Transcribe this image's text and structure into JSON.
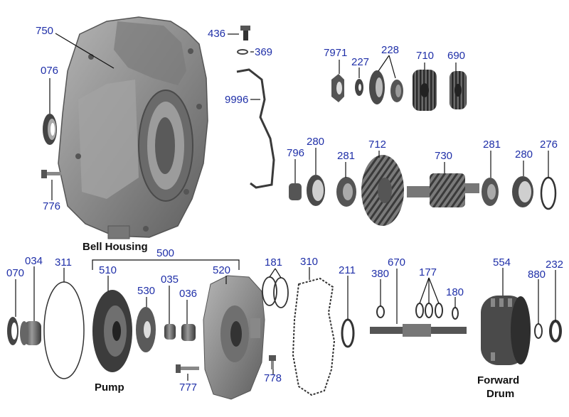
{
  "callouts": {
    "p750": "750",
    "p076": "076",
    "p776": "776",
    "p436": "436",
    "p369": "369",
    "p9996": "9996",
    "p7971": "7971",
    "p227": "227",
    "p228": "228",
    "p710": "710",
    "p690": "690",
    "p796": "796",
    "p280a": "280",
    "p281a": "281",
    "p712": "712",
    "p730": "730",
    "p281b": "281",
    "p280b": "280",
    "p276": "276",
    "p500": "500",
    "p070": "070",
    "p034": "034",
    "p311": "311",
    "p510": "510",
    "p530": "530",
    "p035": "035",
    "p036": "036",
    "p520": "520",
    "p777": "777",
    "p181": "181",
    "p310": "310",
    "p778": "778",
    "p211": "211",
    "p380": "380",
    "p670": "670",
    "p177": "177",
    "p180": "180",
    "p554": "554",
    "p880": "880",
    "p232": "232"
  },
  "captions": {
    "bell_housing": "Bell Housing",
    "pump": "Pump",
    "forward_drum_1": "Forward",
    "forward_drum_2": "Drum"
  },
  "colors": {
    "callout": "#1f2fa8",
    "part_dark": "#2e2e2e",
    "part_mid": "#6b6b6b",
    "part_light": "#a8a8a8",
    "housing": "#8e8e8e"
  }
}
